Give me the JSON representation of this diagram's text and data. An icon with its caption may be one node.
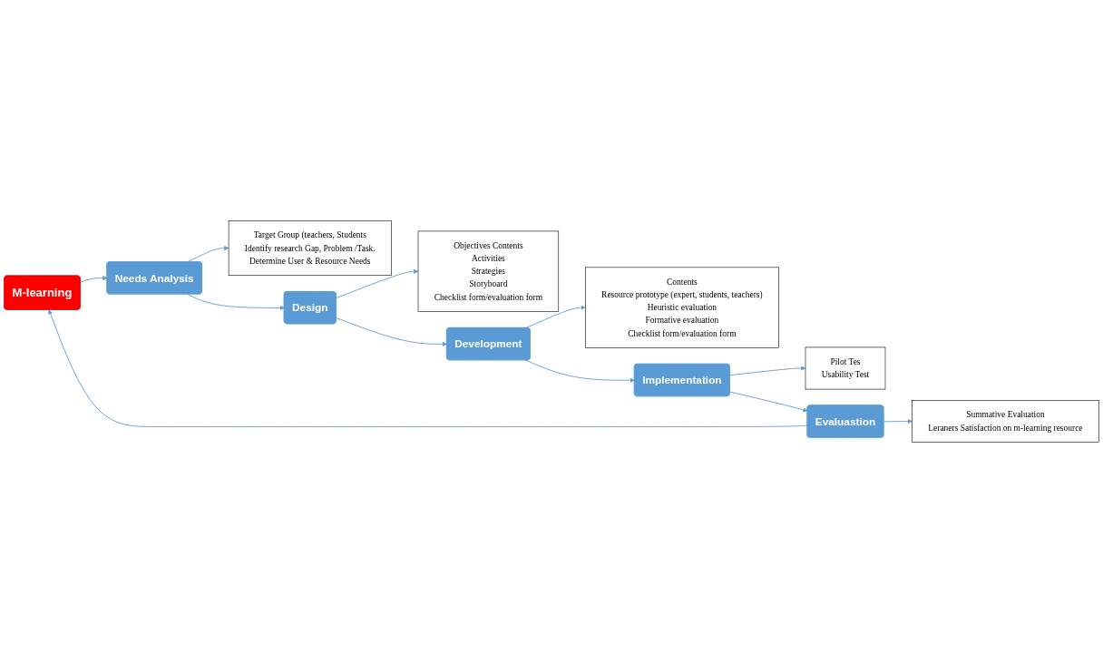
{
  "diagram": {
    "nodes": [
      {
        "text": [
          "M-learning"
        ]
      },
      {
        "text": [
          "Needs Analysis"
        ]
      },
      {
        "text": [
          "Target Group (teachers, Students",
          "Identify research Gap, Problem /Task.",
          "Determine User & Resource Needs"
        ]
      },
      {
        "text": [
          "Design"
        ]
      },
      {
        "text": [
          "Objectives Contents",
          "Activities",
          "Strategies",
          "Storyboard",
          "Checklist form/evaluation form"
        ]
      },
      {
        "text": [
          "Development"
        ]
      },
      {
        "text": [
          "Contents",
          "Resource prototype (expert, students, teachers)",
          "Heuristic evaluation",
          "Formative evaluation",
          "Checklist form/evaluation form"
        ]
      },
      {
        "text": [
          "Implementation"
        ]
      },
      {
        "text": [
          "Pilot Tes",
          "Usability Test"
        ]
      },
      {
        "text": [
          "Evaluastion"
        ]
      },
      {
        "text": [
          "Summative Evaluation",
          "Leraners Satisfaction on m-learning resource"
        ]
      }
    ],
    "edges": [
      {
        "from": 0,
        "to": 1,
        "arrow": "to"
      },
      {
        "from": 1,
        "to": 2,
        "arrow": "to"
      },
      {
        "from": 1,
        "to": 3,
        "arrow": "to"
      },
      {
        "from": 3,
        "to": 4,
        "arrow": "to"
      },
      {
        "from": 3,
        "to": 5,
        "arrow": "to"
      },
      {
        "from": 5,
        "to": 6,
        "arrow": "to"
      },
      {
        "from": 5,
        "to": 7,
        "arrow": "to"
      },
      {
        "from": 7,
        "to": 8,
        "arrow": "to"
      },
      {
        "from": 7,
        "to": 9,
        "arrow": "to"
      },
      {
        "from": 9,
        "to": 10,
        "arrow": "to"
      },
      {
        "from": 9,
        "to": 0,
        "arrow": "to"
      }
    ]
  }
}
